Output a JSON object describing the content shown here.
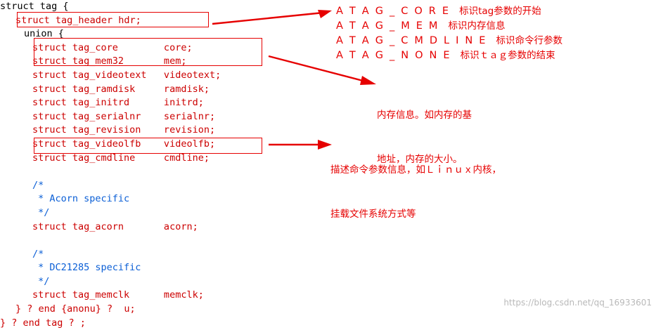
{
  "code": {
    "lines": [
      {
        "indent": 0,
        "text": "struct tag {",
        "color": "black"
      },
      {
        "indent": 22,
        "text": "struct tag_header hdr;",
        "color": "red"
      },
      {
        "indent": 34,
        "text": "union {",
        "color": "black"
      },
      {
        "indent": 46,
        "text": "struct tag_core        core;",
        "color": "red"
      },
      {
        "indent": 46,
        "text": "struct tag_mem32       mem;",
        "color": "red"
      },
      {
        "indent": 46,
        "text": "struct tag_videotext   videotext;",
        "color": "red"
      },
      {
        "indent": 46,
        "text": "struct tag_ramdisk     ramdisk;",
        "color": "red"
      },
      {
        "indent": 46,
        "text": "struct tag_initrd      initrd;",
        "color": "red"
      },
      {
        "indent": 46,
        "text": "struct tag_serialnr    serialnr;",
        "color": "red"
      },
      {
        "indent": 46,
        "text": "struct tag_revision    revision;",
        "color": "red"
      },
      {
        "indent": 46,
        "text": "struct tag_videolfb    videolfb;",
        "color": "red"
      },
      {
        "indent": 46,
        "text": "struct tag_cmdline     cmdline;",
        "color": "red"
      },
      {
        "indent": 0,
        "text": "",
        "color": "red"
      },
      {
        "indent": 46,
        "text": "/*",
        "color": "blue"
      },
      {
        "indent": 46,
        "text": " * Acorn specific",
        "color": "blue"
      },
      {
        "indent": 46,
        "text": " */",
        "color": "blue"
      },
      {
        "indent": 46,
        "text": "struct tag_acorn       acorn;",
        "color": "red"
      },
      {
        "indent": 0,
        "text": "",
        "color": "red"
      },
      {
        "indent": 46,
        "text": "/*",
        "color": "blue"
      },
      {
        "indent": 46,
        "text": " * DC21285 specific",
        "color": "blue"
      },
      {
        "indent": 46,
        "text": " */",
        "color": "blue"
      },
      {
        "indent": 46,
        "text": "struct tag_memclk      memclk;",
        "color": "red"
      },
      {
        "indent": 22,
        "text": "} ? end {anonu} ?  u;",
        "color": "red"
      },
      {
        "indent": 0,
        "text": "} ? end tag ? ;",
        "color": "red"
      }
    ]
  },
  "annotations": {
    "legend": [
      {
        "tag": "ATAG_CORE",
        "desc": "标识tag参数的开始"
      },
      {
        "tag": "ATAG_MEM",
        "desc": "标识内存信息"
      },
      {
        "tag": "ATAG_CMDLINE",
        "desc": "标识命令行参数"
      },
      {
        "tag": "ATAG_NONE",
        "desc": "标识ｔａｇ参数的结束"
      }
    ],
    "mem_note": [
      "内存信息。如内存的基",
      "地址，内存的大小。"
    ],
    "cmdline_note": [
      "描述命令参数信息，如Ｌｉｎｕｘ内核，",
      "挂载文件系统方式等"
    ]
  },
  "watermark": "https://blog.csdn.net/qq_16933601",
  "colors": {
    "code_red": "#cc0000",
    "code_blue": "#0b5fd6",
    "annotation_red": "#e60000",
    "watermark_gray": "#b9b9b9"
  }
}
